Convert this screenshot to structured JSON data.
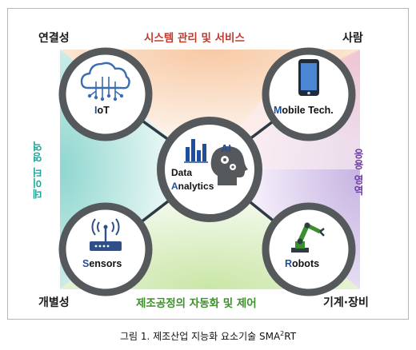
{
  "diagram": {
    "corners": {
      "top_left": "연결성",
      "top_right": "사람",
      "bottom_left": "개별성",
      "bottom_right": "기계·장비"
    },
    "sides": {
      "top": "시스템 관리 및 서비스",
      "bottom": "제조공정의 자동화 및 제어",
      "left": "데이터 영역",
      "right": "응용 영역"
    },
    "center": {
      "line1": "Data",
      "line2_first": "A",
      "line2_rest": "nalytics",
      "ai": "AI"
    },
    "nodes": {
      "iot": {
        "first": "I",
        "rest": "oT"
      },
      "mobile": {
        "first": "M",
        "rest": "obile Tech."
      },
      "sensors": {
        "first": "S",
        "rest": "ensors"
      },
      "robots": {
        "first": "R",
        "rest": "obots"
      }
    },
    "colors": {
      "ring": "#55595c",
      "accent_blue": "#1f4e9e",
      "top_text": "#c0392b",
      "bottom_text": "#3f8f2b",
      "left_text": "#22a39a",
      "right_text": "#6b3fa0"
    }
  },
  "caption": {
    "prefix": "그림 1. 제조산업 지능화 요소기술 SMA",
    "superscript": "2",
    "suffix": "RT"
  }
}
